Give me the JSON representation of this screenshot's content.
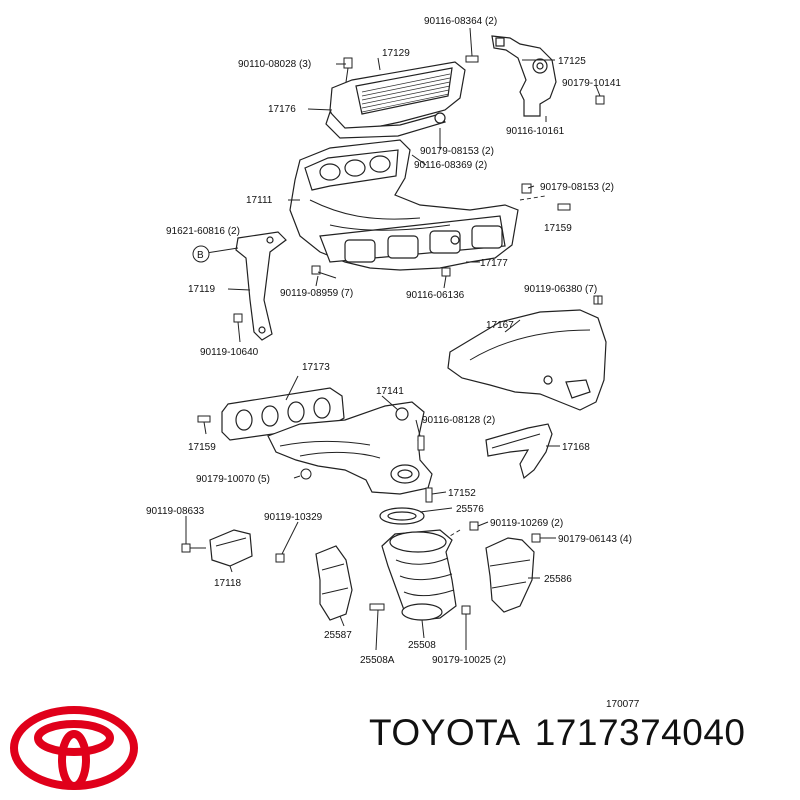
{
  "labels": [
    "90116-08364 (2)",
    "17129",
    "17125",
    "90110-08028 (3)",
    "90179-10141",
    "17176",
    "90116-10161",
    "90179-08153 (2)",
    "90116-08369 (2)",
    "17111",
    "90179-08153 (2)",
    "17159",
    "91621-60816 (2)",
    "B",
    "17177",
    "17119",
    "90119-08959 (7)",
    "90116-06136",
    "90119-06380 (7)",
    "17167",
    "90119-10640",
    "17173",
    "17141",
    "90116-08128 (2)",
    "17159",
    "17168",
    "90179-10070 (5)",
    "17152",
    "25576",
    "90119-08633",
    "90119-10329",
    "90119-10269 (2)",
    "90179-06143 (4)",
    "17118",
    "25586",
    "25587",
    "25508",
    "25508A",
    "90179-10025 (2)",
    "170077"
  ],
  "brand": "TOYOTA",
  "part_number": "1717374040",
  "colors": {
    "logo": "#e0001a",
    "ink": "#111111"
  },
  "logo_icon": "toyota-logo-icon"
}
